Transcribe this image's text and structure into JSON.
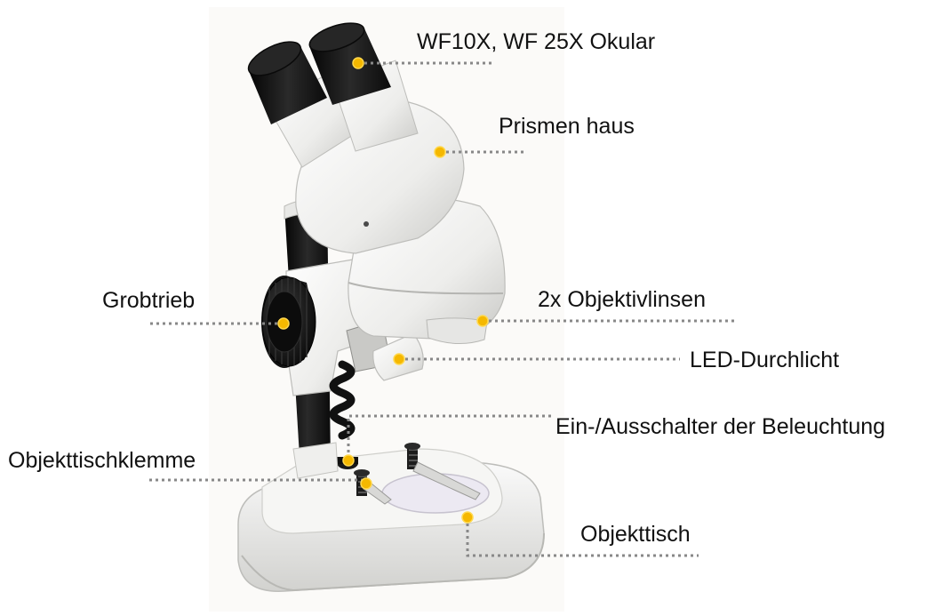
{
  "labels": {
    "eyepiece": "WF10X, WF 25X Okular",
    "prism_housing": "Prismen haus",
    "coarse_focus": "Grobtrieb",
    "objective_lenses": "2x Objektivlinsen",
    "led_light": "LED-Durchlicht",
    "light_switch": "Ein-/Ausschalter der Beleuchtung",
    "stage_clip": "Objekttischklemme",
    "stage": "Objekttisch"
  },
  "colors": {
    "marker": "#f5b800",
    "marker_ring": "#ffd84d",
    "leader_line": "#888888",
    "body_white": "#f3f3f1",
    "body_shadow": "#c9c9c6",
    "black_part": "#151515",
    "stage_plate": "#ece9f2"
  }
}
